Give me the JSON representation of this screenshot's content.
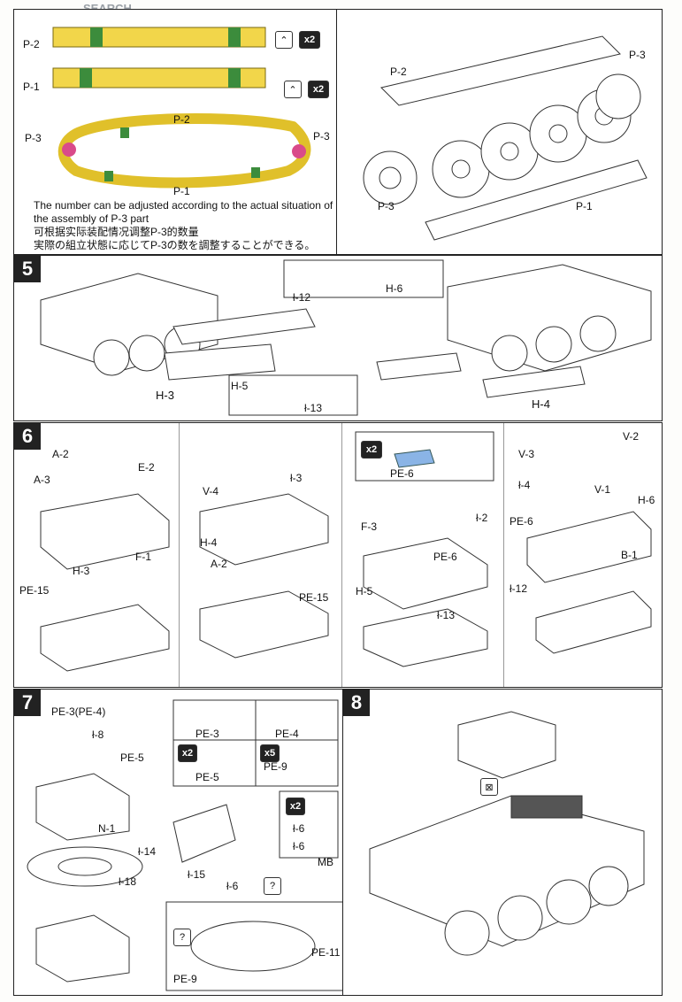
{
  "watermark": "SEARCH",
  "top": {
    "p2": "P-2",
    "p1": "P-1",
    "p3": "P-3",
    "x2": "x2",
    "note_en": "The number can be adjusted according to the actual situation of the  assembly of P-3 part",
    "note_cn": "可根据实际装配情况调整P-3的数量",
    "note_jp": "実際の組立状態に応じてP-3の数を調整することができる。"
  },
  "step5": {
    "num": "5",
    "h3": "H-3",
    "h4": "H-4",
    "h5": "H-5",
    "h6": "H-6",
    "i12": "ł-12",
    "i13": "ł-13"
  },
  "step6": {
    "num": "6",
    "a2": "A-2",
    "a3": "A-3",
    "e2": "E-2",
    "f1": "F-1",
    "h3": "H-3",
    "pe15": "PE-15",
    "v4": "V-4",
    "i3": "ł-3",
    "h4": "H-4",
    "x2": "x2",
    "pe6": "PE-6",
    "f3": "F-3",
    "i2": "ł-2",
    "h5": "H-5",
    "i13": "ł-13",
    "v2": "V-2",
    "v3": "V-3",
    "i4": "ł-4",
    "v1": "V-1",
    "h6": "H-6",
    "b1": "B-1",
    "i12": "ł-12"
  },
  "step7": {
    "num": "7",
    "pe3pe4": "PE-3(PE-4)",
    "i8": "ł-8",
    "pe5": "PE-5",
    "n1": "N-1",
    "i14": "ł-14",
    "i18": "ł-18",
    "i15": "ł-15",
    "i6": "ł-6",
    "q": "?",
    "pe3": "PE-3",
    "pe4": "PE-4",
    "x2": "x2",
    "pe5b": "PE-5",
    "x5": "x5",
    "pe9": "PE-9",
    "mb": "MB",
    "pe11": "PE-11"
  },
  "step8": {
    "num": "8"
  }
}
